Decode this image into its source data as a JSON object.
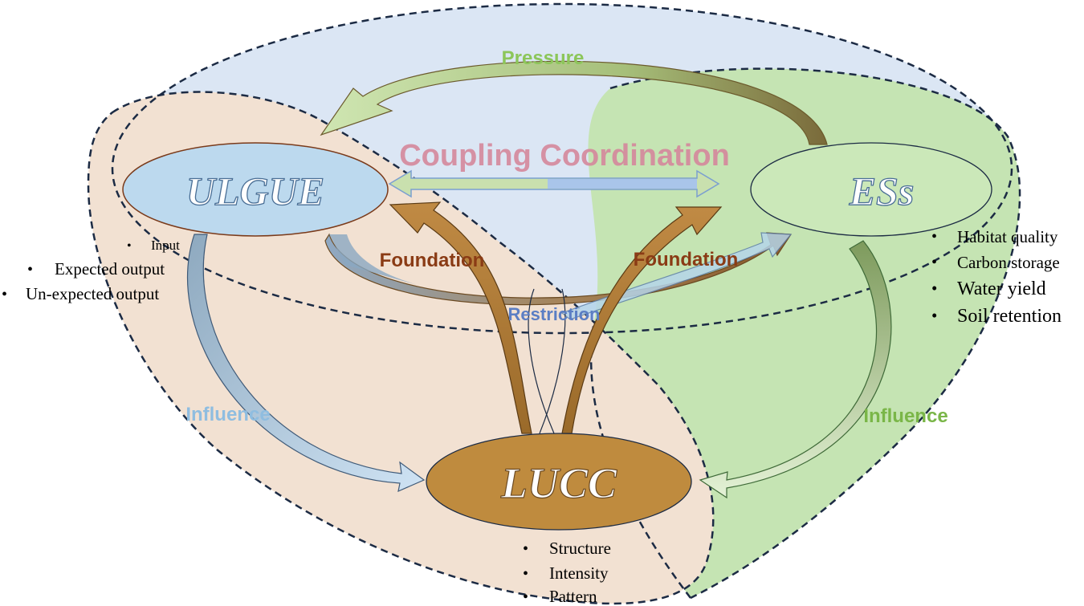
{
  "colors": {
    "background": "#ffffff",
    "region_top": "#dbe6f4",
    "region_left": "#f2e1d2",
    "region_right": "#c5e4b3",
    "ulgue_fill": "#bcd9ee",
    "ess_fill": "#cbe8b9",
    "lucc_fill": "#bf8b3e",
    "pressure": "#7ab648",
    "coupling": "#d5889c",
    "foundation": "#8a3b15",
    "restriction": "#5b7ec4",
    "influence_left": "#8fbde0",
    "influence_right": "#7ab648",
    "dash": "#1c2b44"
  },
  "nodes": {
    "ulgue": "ULGUE",
    "ess": "ESs",
    "lucc": "LUCC"
  },
  "relations": {
    "pressure": "Pressure",
    "coupling": "Coupling Coordination",
    "foundation_left": "Foundation",
    "foundation_right": "Foundation",
    "restriction": "Restriction",
    "influence_left": "Influence",
    "influence_right": "Influence"
  },
  "ulgue_items": [
    "Input",
    "Expected output",
    "Un-expected output"
  ],
  "ess_items": [
    "Habitat quality",
    "Carbon storage",
    "Water yield",
    "Soil retention"
  ],
  "lucc_items": [
    "Structure",
    "Intensity",
    "Pattern"
  ],
  "bullet": "•"
}
